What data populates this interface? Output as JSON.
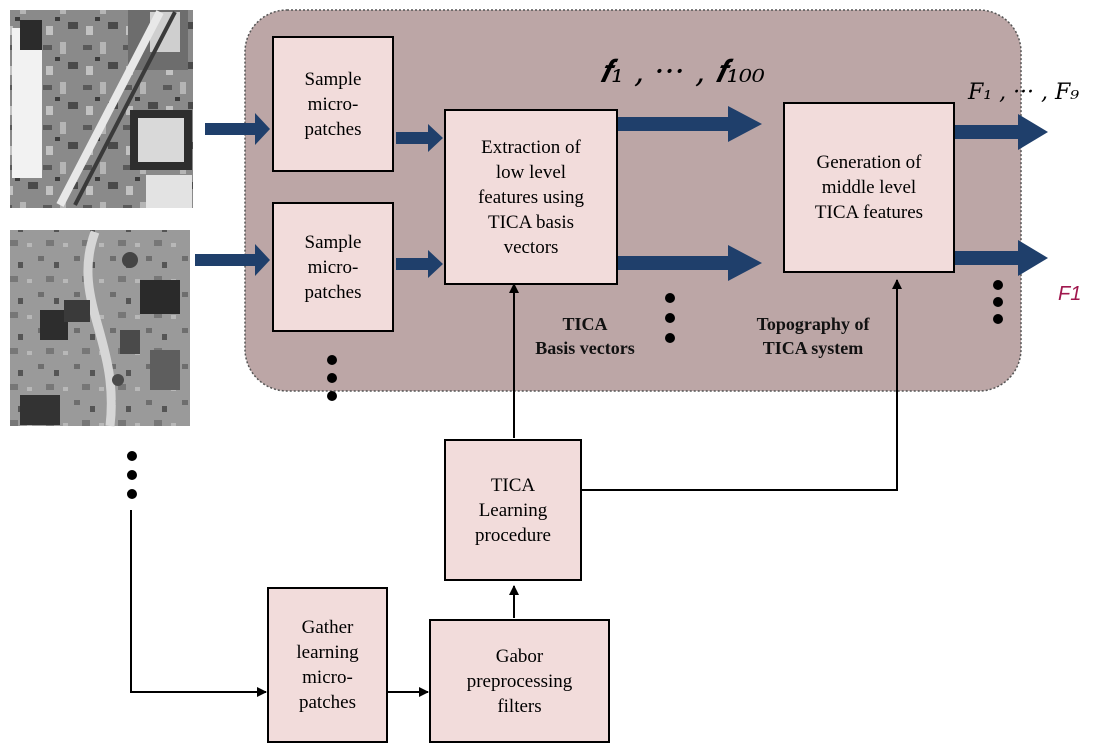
{
  "boxes": {
    "sample_top": "Sample\nmicro-\npatches",
    "sample_bottom": "Sample\nmicro-\npatches",
    "extraction": "Extraction of\nlow level\nfeatures using\nTICA basis\nvectors",
    "generation": "Generation of\nmiddle level\nTICA features",
    "tica_learning": "TICA\nLearning\nprocedure",
    "gather": "Gather\nlearning\nmicro-\npatches",
    "gabor": "Gabor\npreprocessing\nfilters"
  },
  "labels": {
    "basis_vectors": "TICA\nBasis vectors",
    "topography": "Topography of\nTICA system",
    "corner": "F1"
  },
  "math": {
    "low_level_features": "𝒇₁ , ··· , 𝒇₁₀₀",
    "middle_level_features": "F₁ , ··· , F₉"
  },
  "images": {
    "top": "aerial-image-industrial",
    "bottom": "aerial-image-residential"
  },
  "colors": {
    "container_fill": "#bca6a6",
    "box_fill": "#f2dcdb",
    "arrow": "#1f3f6b",
    "accent_text": "#a0184e"
  }
}
